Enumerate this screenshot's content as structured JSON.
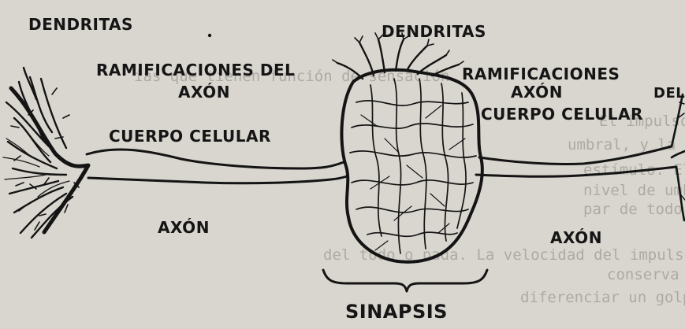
{
  "labels": {
    "dendritas_left": "DENDRITAS",
    "dendritas_center": "DENDRITAS",
    "ramificaciones_left": "RAMIFICACIONES  DEL",
    "axon_under_ram_left": "AXÓN",
    "ramificaciones_right": "RAMIFICACIONES",
    "del_right": "DEL",
    "axon_under_ram_right": "AXÓN",
    "cuerpo_left": "CUERPO  CELULAR",
    "cuerpo_right": "CUERPO  CELULAR",
    "axon_left": "AXÓN",
    "axon_right": "AXÓN",
    "sinapsis": "SINAPSIS"
  },
  "background_text": [
    "ias que tienen función de sensación.",
    "El impulso mínimo que puede ser conducido",
    "umbral, y la persona percibe la intensidad del",
    "estímulo. El aumento de la excitación será el",
    "nivel de umbral, a mayor intensidad. En la forma de",
    "par de todo o nada que se ha designado como la ley",
    "del todo o nada. La velocidad del impulso es la misma y",
    "conserva la misma intensidad, lo que ocurre entonces para",
    "diferenciar un golpe de un puñetazo es que las células"
  ],
  "colors": {
    "paper": "#d9d6cf",
    "ink": "#141414",
    "bleed": "#8a8780"
  }
}
